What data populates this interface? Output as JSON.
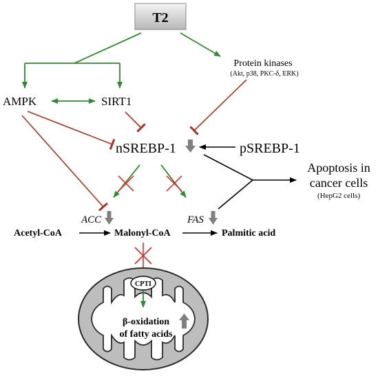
{
  "nodes": {
    "t2": "T2",
    "ampk": "AMPK",
    "sirt1": "SIRT1",
    "protein_kinases": "Protein kinases",
    "protein_kinases_detail": "(Akt, p38, PKC-δ, ERK)",
    "nsrebp1": "nSREBP-1",
    "psrebp1": "pSREBP-1",
    "apoptosis_line1": "Apoptosis in",
    "apoptosis_line2": "cancer cells",
    "apoptosis_detail": "(HepG2 cells)",
    "acc": "ACC",
    "fas": "FAS",
    "acetyl_coa": "Acetyl-CoA",
    "malonyl_coa": "Malonyl-CoA",
    "palmitic_acid": "Palmitic acid",
    "cpt1": "CPTI",
    "beta_oxidation_line1": "β-oxidation",
    "beta_oxidation_line2": "of fatty acids"
  },
  "colors": {
    "activation": "#2e8b2e",
    "inhibition": "#b03020",
    "block_cross": "#e03030",
    "level_arrow": "#808080",
    "reaction": "#000000"
  }
}
